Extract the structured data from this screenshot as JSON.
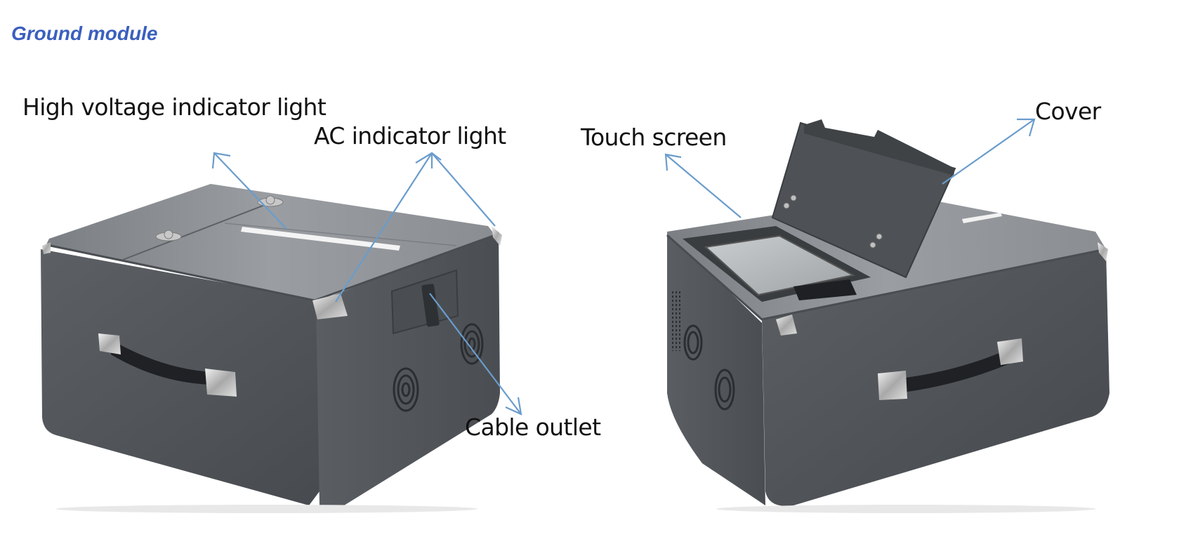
{
  "page": {
    "section_title": "Ground module"
  },
  "figure": {
    "labels": {
      "high_voltage": "High voltage indicator light",
      "ac_indicator": "AC indicator light",
      "touch_screen": "Touch screen",
      "cover": "Cover",
      "cable_outlet": "Cable outlet"
    },
    "colors": {
      "title": "#3a5fbf",
      "arrow": "#6a9ccc",
      "device_body": "#55595d",
      "device_top": "#8c9094",
      "label_text": "#111111"
    }
  }
}
